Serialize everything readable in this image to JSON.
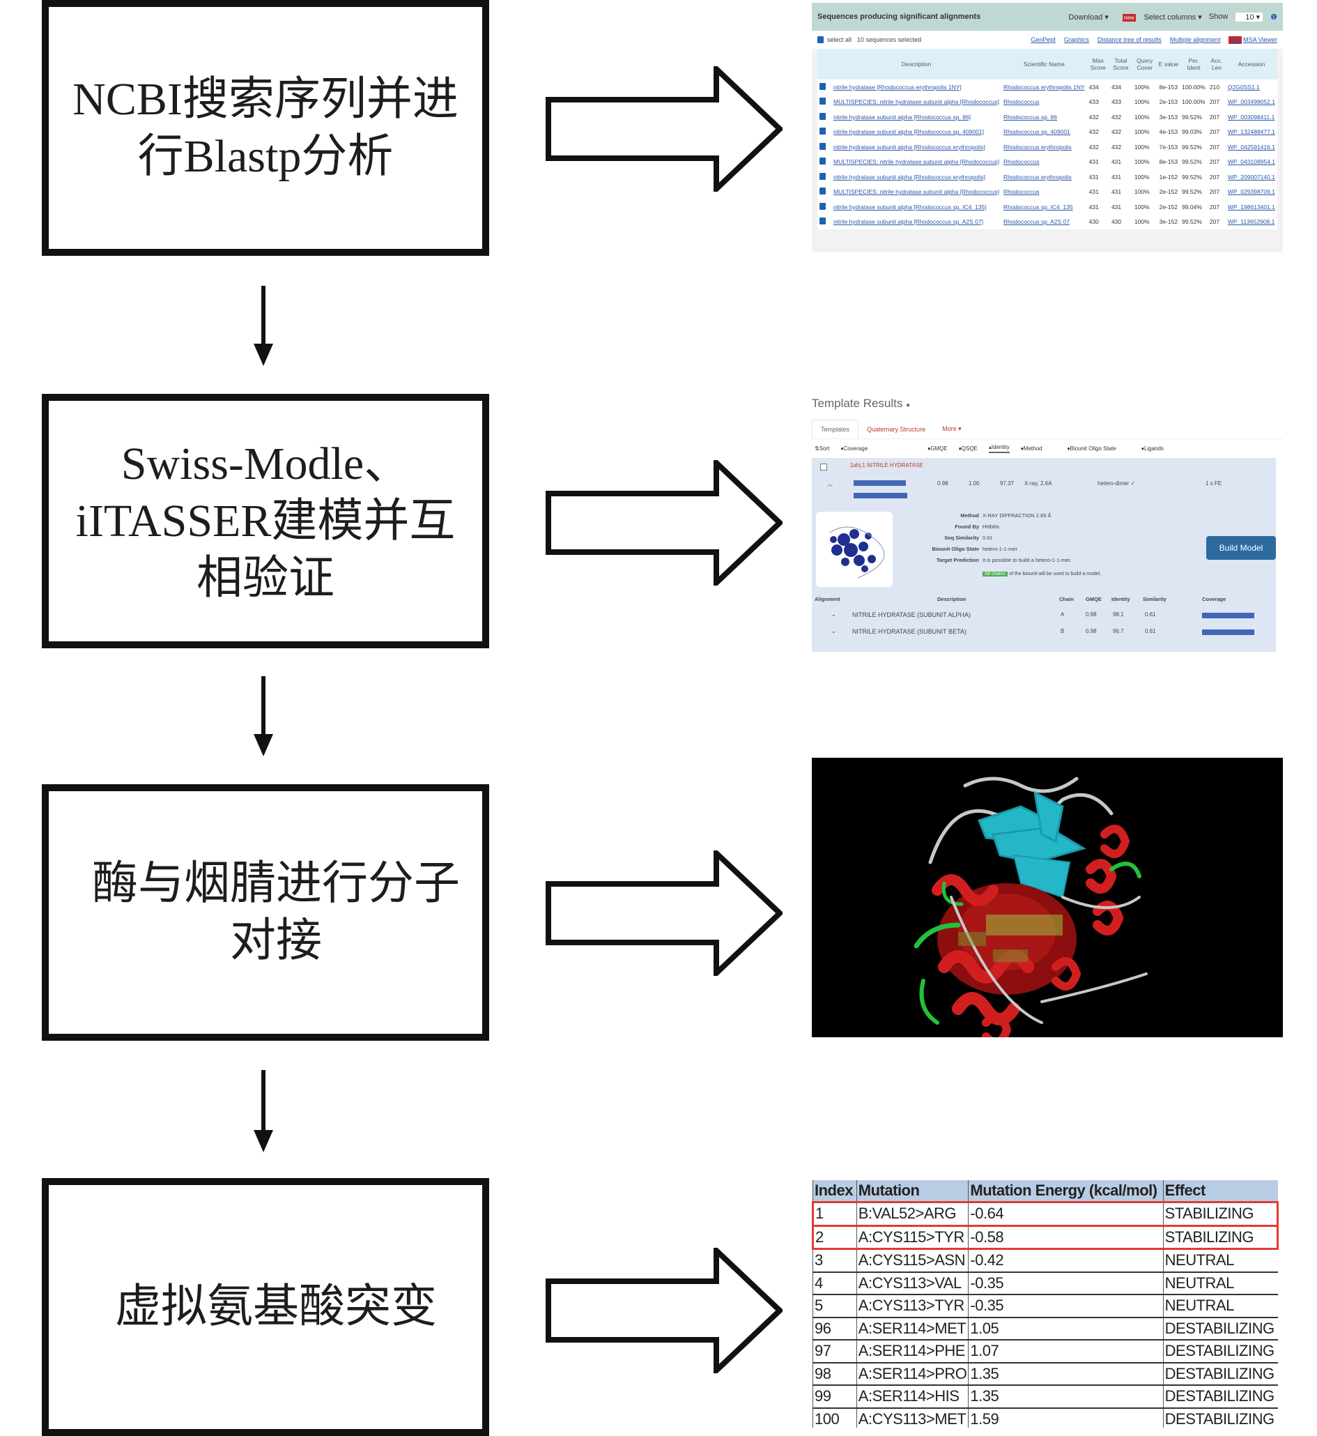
{
  "steps": [
    {
      "text": "NCBI搜索序列并进\n行Blastp分析"
    },
    {
      "text": "Swiss-Modle、\niITASSER建模并互\n相验证"
    },
    {
      "text": "酶与烟腈进行分子\n对接"
    },
    {
      "text": "虚拟氨基酸突变"
    }
  ],
  "ncbi": {
    "title": "Sequences producing significant alignments",
    "download": "Download",
    "new_badge": "new",
    "select_columns": "Select columns",
    "show_label": "Show",
    "show_value": "10",
    "select_all": "select all",
    "selected_count": "10 sequences selected",
    "links": [
      "GenPept",
      "Graphics",
      "Distance tree of results",
      "Multiple alignment",
      "MSA Viewer"
    ],
    "columns": [
      "Description",
      "Scientific Name",
      "Max Score",
      "Total Score",
      "Query Cover",
      "E value",
      "Per. Ident",
      "Acc. Len",
      "Accession"
    ],
    "rows": [
      {
        "desc": "nitrile hydratase [Rhodococcus erythropolis 1NY]",
        "sci": "Rhodococcus erythropolis 1NY",
        "max": "434",
        "total": "434",
        "cover": "100%",
        "e": "8e-153",
        "ident": "100.00%",
        "len": "210",
        "acc": "Q2G0SS1.1"
      },
      {
        "desc": "MULTISPECIES: nitrile hydratase subunit alpha [Rhodococcus]",
        "sci": "Rhodococcus",
        "max": "433",
        "total": "433",
        "cover": "100%",
        "e": "2e-153",
        "ident": "100.00%",
        "len": "207",
        "acc": "WP_003498052.1"
      },
      {
        "desc": "nitrile hydratase subunit alpha [Rhodococcus sp. 86]",
        "sci": "Rhodococcus sp. 86",
        "max": "432",
        "total": "432",
        "cover": "100%",
        "e": "3e-153",
        "ident": "99.52%",
        "len": "207",
        "acc": "WP_003098411.1"
      },
      {
        "desc": "nitrile hydratase subunit alpha [Rhodococcus sp. 409001]",
        "sci": "Rhodococcus sp. 409001",
        "max": "432",
        "total": "432",
        "cover": "100%",
        "e": "4e-153",
        "ident": "99.03%",
        "len": "207",
        "acc": "WP_132488477.1"
      },
      {
        "desc": "nitrile hydratase subunit alpha [Rhodococcus erythropolis]",
        "sci": "Rhodococcus erythropolis",
        "max": "432",
        "total": "432",
        "cover": "100%",
        "e": "7e-153",
        "ident": "99.52%",
        "len": "207",
        "acc": "WP_042591416.1"
      },
      {
        "desc": "MULTISPECIES: nitrile hydratase subunit alpha [Rhodococcus]",
        "sci": "Rhodococcus",
        "max": "431",
        "total": "431",
        "cover": "100%",
        "e": "8e-153",
        "ident": "99.52%",
        "len": "207",
        "acc": "WP_043108954.1"
      },
      {
        "desc": "nitrile hydratase subunit alpha [Rhodococcus erythropolis]",
        "sci": "Rhodococcus erythropolis",
        "max": "431",
        "total": "431",
        "cover": "100%",
        "e": "1e-152",
        "ident": "99.52%",
        "len": "207",
        "acc": "WP_209007140.1"
      },
      {
        "desc": "MULTISPECIES: nitrile hydratase subunit alpha [Rhodococcus]",
        "sci": "Rhodococcus",
        "max": "431",
        "total": "431",
        "cover": "100%",
        "e": "2e-152",
        "ident": "99.52%",
        "len": "207",
        "acc": "WP_029398709.1"
      },
      {
        "desc": "nitrile hydratase subunit alpha [Rhodococcus sp. IC4_135]",
        "sci": "Rhodococcus sp. IC4_135",
        "max": "431",
        "total": "431",
        "cover": "100%",
        "e": "2e-152",
        "ident": "99.04%",
        "len": "207",
        "acc": "WP_198613401.1"
      },
      {
        "desc": "nitrile hydratase subunit alpha [Rhodococcus sp. A2S 07]",
        "sci": "Rhodococcus sp. A2S 07",
        "max": "430",
        "total": "430",
        "cover": "100%",
        "e": "3e-152",
        "ident": "99.52%",
        "len": "207",
        "acc": "WP_113652908.1"
      }
    ]
  },
  "swiss": {
    "title": "Template Results",
    "tabs": [
      "Templates",
      "Quaternary Structure",
      "More ▾"
    ],
    "sort_items": [
      "⇅Sort",
      "♦Coverage",
      "♦GMQE",
      "♦QSQE",
      "▴Identity",
      "♦Method",
      "♦Biounit Oligo State",
      "♦Ligands"
    ],
    "template_name": "1ahj.1 NITRILE HYDRATASE",
    "summary": {
      "gmqe": "0.98",
      "qsqe": "1.00",
      "identity": "97.37",
      "method": "X-ray, 2.6A",
      "oligo": "hetero-dimer ✓",
      "ligands": "1 x FE"
    },
    "details": [
      {
        "label": "Method",
        "value": "X-RAY DIFFRACTION 2.65 Å"
      },
      {
        "label": "Found By",
        "value": "HHblits"
      },
      {
        "label": "Seq Similarity",
        "value": "0.61"
      },
      {
        "label": "Biounit Oligo State",
        "value": "hetero-1-1-mer"
      },
      {
        "label": "Target Prediction",
        "value": "It is possible to build a hetero-1-1-mer."
      }
    ],
    "all_chains_badge": "All chains",
    "target_suffix": "of the biounit will be used to build a model.",
    "build_button": "Build Model",
    "align_columns": [
      "Alignment",
      "Description",
      "Chain",
      "GMQE",
      "Identity",
      "Similarity",
      "Coverage"
    ],
    "align_rows": [
      {
        "desc": "NITRILE HYDRATASE (SUBUNIT ALPHA)",
        "chain": "A",
        "gmqe": "0.98",
        "identity": "98.1",
        "similarity": "0.61",
        "coverage": 1.0
      },
      {
        "desc": "NITRILE HYDRATASE (SUBUNIT BETA)",
        "chain": "B",
        "gmqe": "0.98",
        "identity": "96.7",
        "similarity": "0.61",
        "coverage": 1.0
      }
    ]
  },
  "mutation": {
    "columns": [
      "Index",
      "Mutation",
      "Mutation Energy (kcal/mol)",
      "Effect"
    ],
    "rows": [
      {
        "index": "1",
        "mutation": "B:VAL52>ARG",
        "energy": "-0.64",
        "effect": "STABILIZING",
        "highlight": true
      },
      {
        "index": "2",
        "mutation": "A:CYS115>TYR",
        "energy": "-0.58",
        "effect": "STABILIZING",
        "highlight": true
      },
      {
        "index": "3",
        "mutation": "A:CYS115>ASN",
        "energy": "-0.42",
        "effect": "NEUTRAL",
        "highlight": false
      },
      {
        "index": "4",
        "mutation": "A:CYS113>VAL",
        "energy": "-0.35",
        "effect": "NEUTRAL",
        "highlight": false
      },
      {
        "index": "5",
        "mutation": "A:CYS113>TYR",
        "energy": "-0.35",
        "effect": "NEUTRAL",
        "highlight": false
      },
      {
        "index": "96",
        "mutation": "A:SER114>MET",
        "energy": "1.05",
        "effect": "DESTABILIZING",
        "highlight": false
      },
      {
        "index": "97",
        "mutation": "A:SER114>PHE",
        "energy": "1.07",
        "effect": "DESTABILIZING",
        "highlight": false
      },
      {
        "index": "98",
        "mutation": "A:SER114>PRO",
        "energy": "1.35",
        "effect": "DESTABILIZING",
        "highlight": false
      },
      {
        "index": "99",
        "mutation": "A:SER114>HIS",
        "energy": "1.35",
        "effect": "DESTABILIZING",
        "highlight": false
      },
      {
        "index": "100",
        "mutation": "A:CYS113>MET",
        "energy": "1.59",
        "effect": "DESTABILIZING",
        "highlight": false
      }
    ]
  },
  "colors": {
    "header_bg": "#bfd8d3",
    "swiss_card": "#dde6f2",
    "bar_blue": "#3f67b5",
    "highlight_red": "#e53935",
    "table_header": "#b8cce4"
  }
}
